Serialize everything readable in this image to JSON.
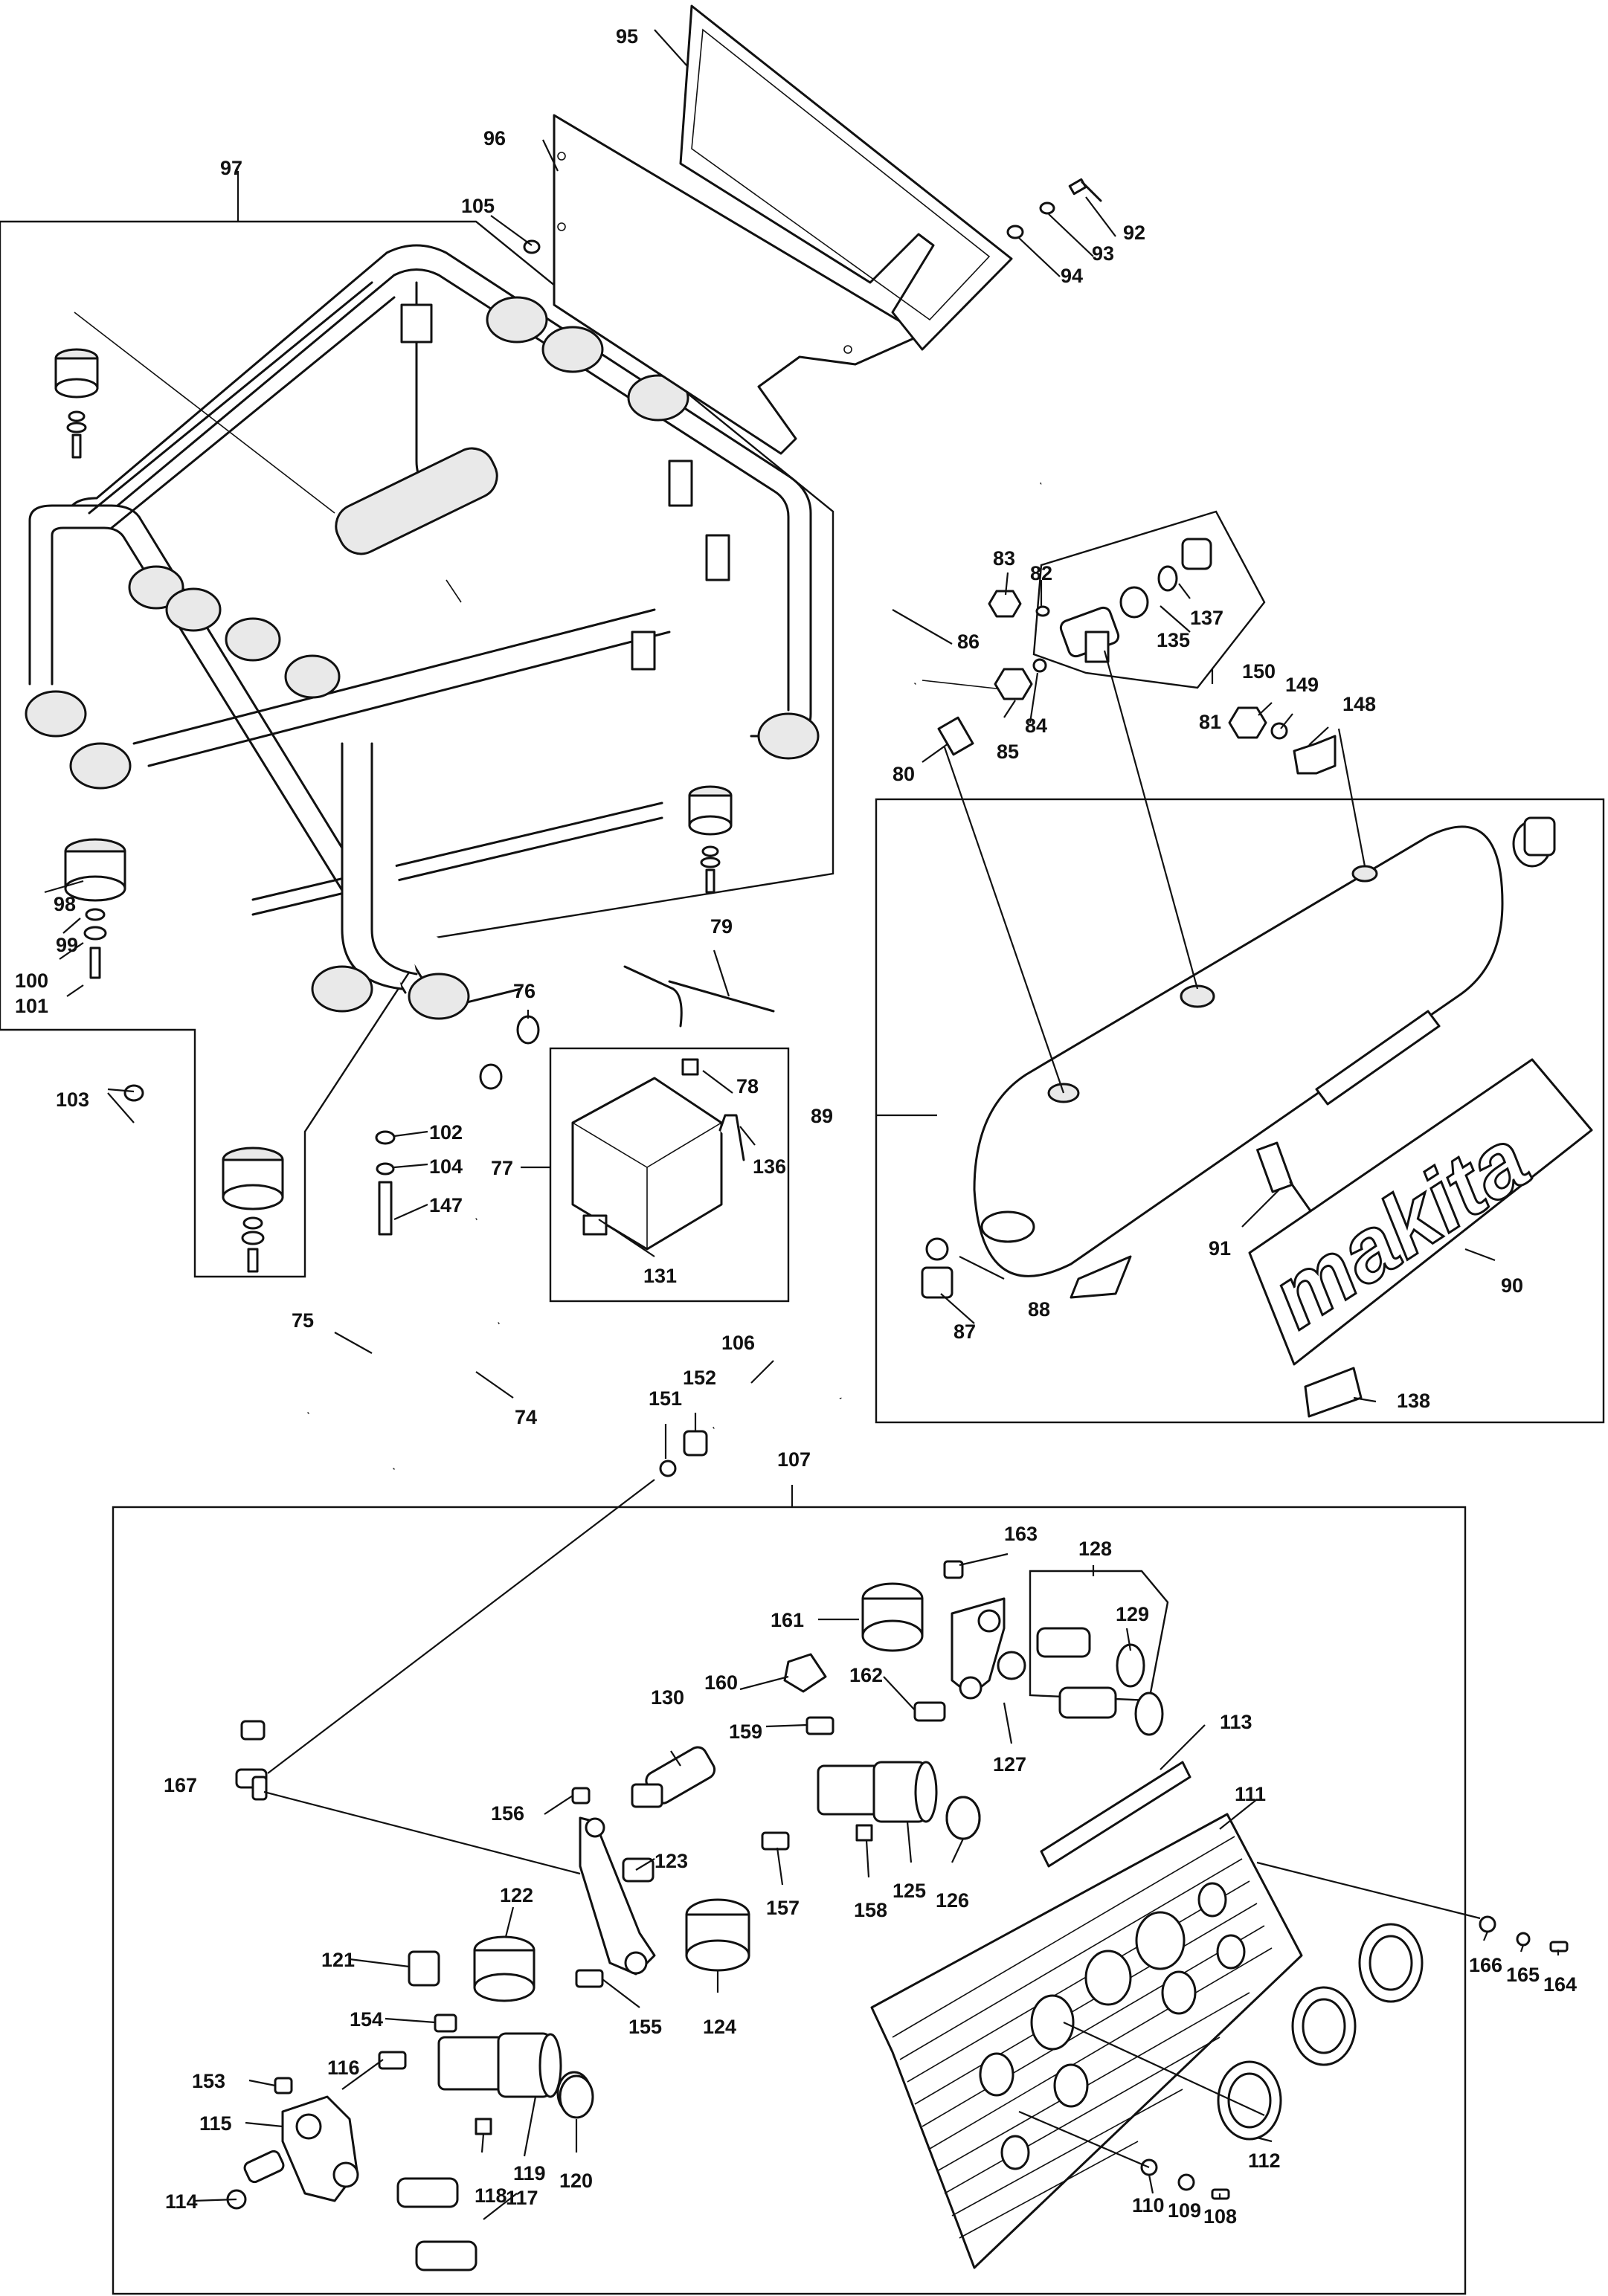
{
  "brand_logo": "makita",
  "callouts": {
    "p74": "74",
    "p75": "75",
    "p76": "76",
    "p77": "77",
    "p78": "78",
    "p79": "79",
    "p80": "80",
    "p81": "81",
    "p82": "82",
    "p83": "83",
    "p84": "84",
    "p85": "85",
    "p86": "86",
    "p87": "87",
    "p88": "88",
    "p89": "89",
    "p90": "90",
    "p91": "91",
    "p92": "92",
    "p93": "93",
    "p94": "94",
    "p95": "95",
    "p96": "96",
    "p97": "97",
    "p98": "98",
    "p99": "99",
    "p100": "100",
    "p101": "101",
    "p102": "102",
    "p103": "103",
    "p104": "104",
    "p105": "105",
    "p106": "106",
    "p107": "107",
    "p108": "108",
    "p109": "109",
    "p110": "110",
    "p111": "111",
    "p112": "112",
    "p113": "113",
    "p114": "114",
    "p115": "115",
    "p116": "116",
    "p117": "117",
    "p118": "118",
    "p119": "119",
    "p120": "120",
    "p121": "121",
    "p122": "122",
    "p123": "123",
    "p124": "124",
    "p125": "125",
    "p126": "126",
    "p127": "127",
    "p128": "128",
    "p129": "129",
    "p130": "130",
    "p131": "131",
    "p135": "135",
    "p136": "136",
    "p137": "137",
    "p138": "138",
    "p147": "147",
    "p148": "148",
    "p149": "149",
    "p150": "150",
    "p151": "151",
    "p152": "152",
    "p153": "153",
    "p154": "154",
    "p155": "155",
    "p156": "156",
    "p157": "157",
    "p158": "158",
    "p159": "159",
    "p160": "160",
    "p161": "161",
    "p162": "162",
    "p163": "163",
    "p164": "164",
    "p165": "165",
    "p166": "166",
    "p167": "167"
  }
}
